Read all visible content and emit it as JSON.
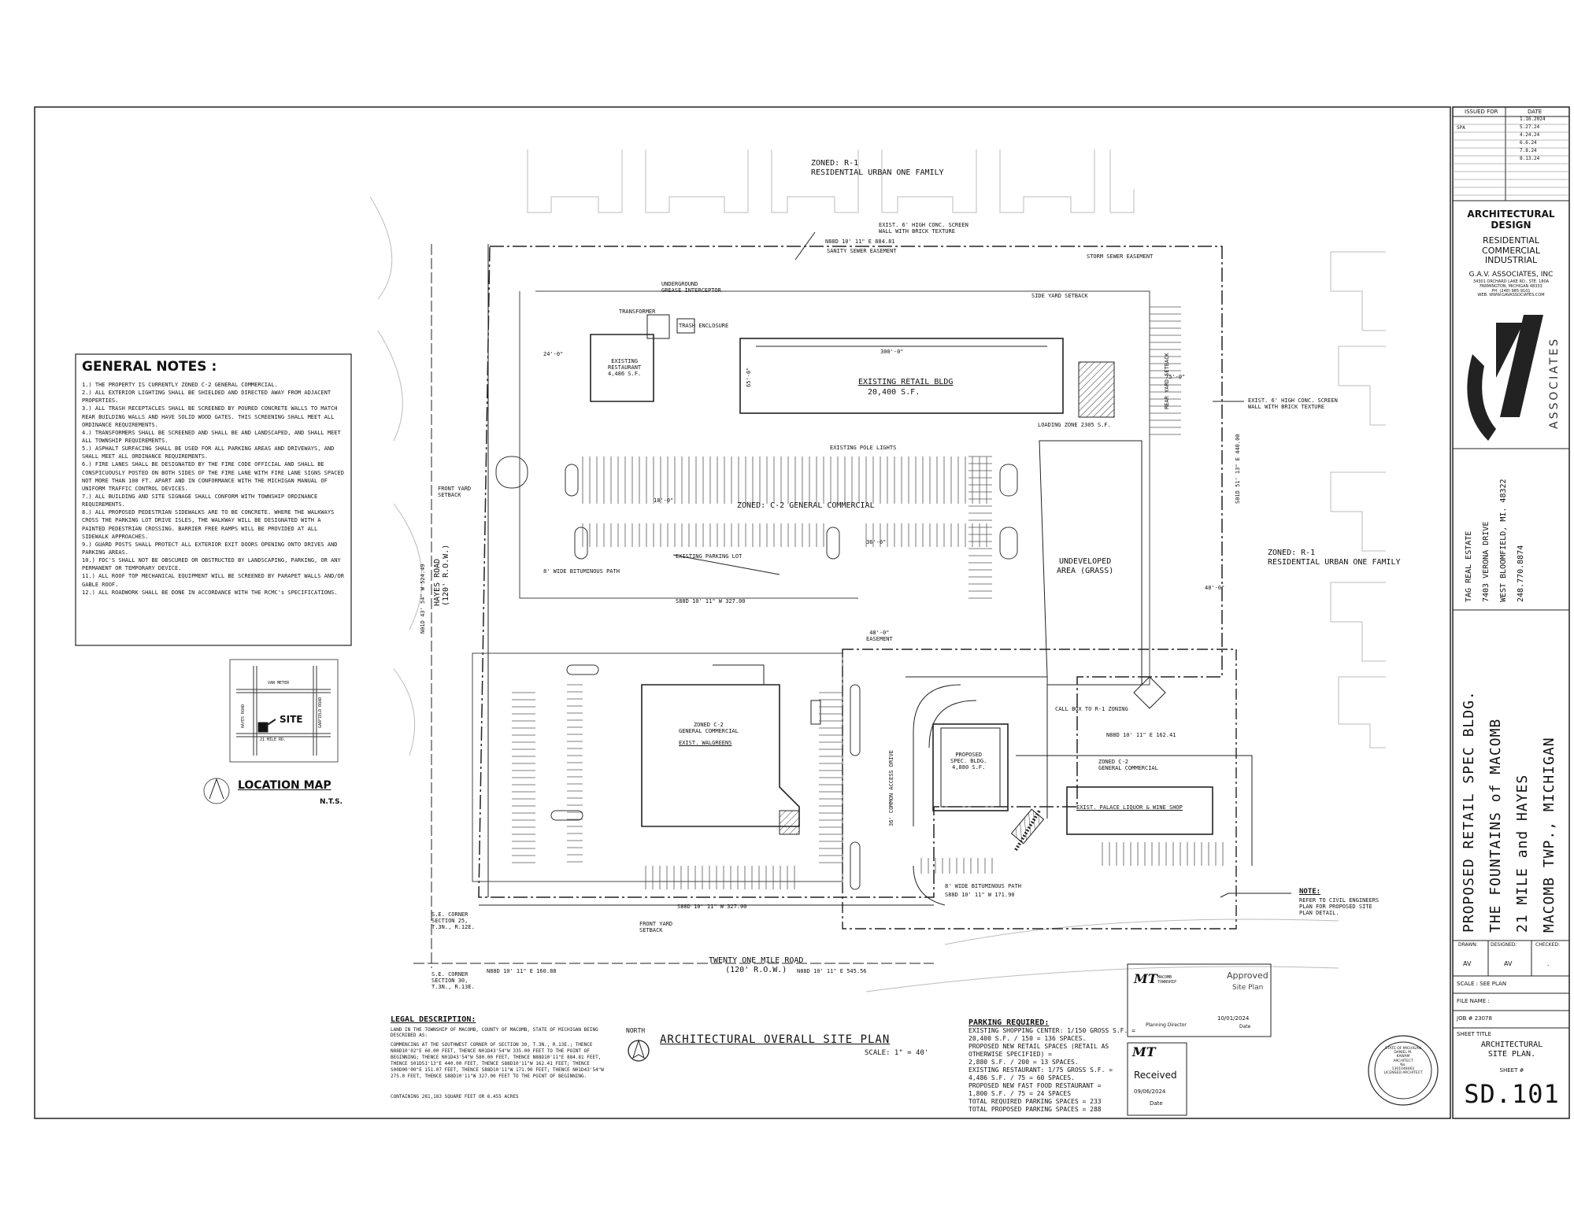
{
  "zoning": {
    "north": "ZONED: R-1\nRESIDENTIAL URBAN ONE FAMILY",
    "east": "ZONED: R-1\nRESIDENTIAL URBAN ONE FAMILY",
    "center": "ZONED: C-2 GENERAL COMMERCIAL",
    "walgreens_zone": "ZONED C-2\nGENERAL COMMERCIAL",
    "liquor_zone": "ZONED C-2\nGENERAL COMMERCIAL"
  },
  "buildings": {
    "retail": "EXISTING RETAIL BLDG",
    "retail_area": "20,400 S.F.",
    "restaurant": "EXISTING\nRESTAURANT\n4,486 S.F.",
    "walgreens": "EXIST. WALGREENS",
    "spec": "PROPOSED\nSPEC. BLDG.\n4,880 S.F.",
    "liquor": "EXIST. PALACE LIQUOR & WINE SHOP",
    "undeveloped": "UNDEVELOPED\nAREA (GRASS)"
  },
  "dimensions": {
    "retail_length": "300'-0\"",
    "retail_depth": "65'-0\"",
    "north_line": "N88D 10' 11\" E 884.81",
    "mid_line": "S88D 10' 11\" W 327.00",
    "south_line_a": "N88D 10' 11\" E 160.88",
    "south_line_b": "N88D 10' 11\" E 545.56",
    "east_line": "S01D 51' 13\" E 440.00",
    "west_line": "N01D 43' 54\" W 524.49",
    "spec_line": "N88D 10' 11\" E 162.41",
    "bottom_line": "S88D 10' 11\" W 327.00",
    "bituminous": "S88D 10' 11\" W 171.90"
  },
  "roads": {
    "hayes": "HAYES ROAD\n(120' R.O.W.)",
    "twenty_one": "TWENTY ONE MILE ROAD\n(120' R.O.W.)"
  },
  "site_labels": {
    "sewer": "SANITY SEWER EASEMENT",
    "storm": "STORM SEWER EASEMENT",
    "wall_north": "EXIST. 6' HIGH CONC. SCREEN\nWALL WITH BRICK TEXTURE",
    "wall_east": "EXIST. 6' HIGH CONC. SCREEN\nWALL WITH BRICK TEXTURE",
    "side_yard": "SIDE YARD SETBACK",
    "rear_yard": "REAR YARD SETBACK",
    "front_yard_a": "FRONT YARD\nSETBACK",
    "front_yard_b": "FRONT YARD\nSETBACK",
    "parking_lot": "EXISTING PARKING LOT",
    "bitum_path": "8' WIDE BITUMINOUS PATH",
    "bitum_path2": "8' WIDE BITUMINOUS PATH",
    "access": "36' COMMON ACCESS DRIVE",
    "pole_lights": "EXISTING POLE LIGHTS",
    "loading": "LOADING ZONE 2305 S.F.",
    "trash": "TRASH ENCLOSURE",
    "grease": "UNDERGROUND\nGREASE INTERCEPTOR",
    "transformer": "TRANSFORMER",
    "call_box": "CALL BOX TO R-1 ZONING",
    "easement": "48'-0\"\nEASEMENT",
    "se_corner_a": "S.E. CORNER\nSECTION 25,\nT.3N., R.12E.",
    "se_corner_b": "S.E. CORNER\nSECTION 30,\nT.3N., R.13E.",
    "dim_24": "24'-0\"",
    "dim_40": "40'-0\"",
    "dim_36": "36'-0\"",
    "dim_18": "18'-0\"",
    "dim_75": "75'-0\""
  },
  "general_notes": {
    "title": "GENERAL NOTES :",
    "items": [
      "1.) THE PROPERTY IS CURRENTLY ZONED C-2 GENERAL COMMERCIAL.",
      "2.) ALL EXTERIOR LIGHTING SHALL BE SHIELDED AND DIRECTED AWAY FROM ADJACENT PROPERTIES.",
      "3.) ALL TRASH RECEPTACLES SHALL BE SCREENED BY POURED CONCRETE WALLS TO MATCH REAR BUILDING WALLS AND HAVE SOLID WOOD GATES. THIS SCREENING SHALL MEET ALL ORDINANCE REQUIREMENTS.",
      "4.) TRANSFORMERS SHALL BE SCREENED AND SHALL BE AND LANDSCAPED, AND SHALL MEET ALL TOWNSHIP REQUIREMENTS.",
      "5.) ASPHALT SURFACING SHALL BE USED FOR ALL PARKING AREAS AND DRIVEWAYS, AND SHALL MEET ALL ORDINANCE REQUIREMENTS.",
      "6.) FIRE LANES SHALL BE DESIGNATED BY THE FIRE CODE OFFICIAL AND SHALL BE CONSPICUOUSLY POSTED ON BOTH SIDES OF THE FIRE LANE WITH FIRE LANE SIGNS SPACED NOT MORE THAN 100 FT. APART AND IN CONFORMANCE WITH THE MICHIGAN MANUAL OF UNIFORM TRAFFIC CONTROL DEVICES.",
      "7.) ALL BUILDING AND SITE SIGNAGE SHALL CONFORM WITH TOWNSHIP ORDINANCE REQUIREMENTS.",
      "8.) ALL PROPOSED PEDESTRIAN SIDEWALKS ARE TO BE CONCRETE. WHERE THE WALKWAYS CROSS THE PARKING LOT DRIVE ISLES, THE WALKWAY WILL BE DESIGNATED WITH A PAINTED PEDESTRIAN CROSSING. BARRIER FREE RAMPS WILL BE PROVIDED AT ALL SIDEWALK APPROACHES.",
      "9.) GUARD POSTS SHALL PROTECT ALL EXTERIOR EXIT DOORS OPENING ONTO DRIVES AND PARKING AREAS.",
      "10.) FDC'S SHALL NOT BE OBSCURED OR OBSTRUCTED BY LANDSCAPING, PARKING, OR ANY PERMANENT OR TEMPORARY DEVICE.",
      "11.) ALL ROOF TOP MECHANICAL EQUIPMENT WILL BE SCREENED BY PARAPET WALLS AND/OR GABLE ROOF.",
      "12.) ALL ROADWORK SHALL BE DONE IN ACCORDANCE WITH THE RCMC's SPECIFICATIONS."
    ]
  },
  "location_map": {
    "title": "LOCATION MAP",
    "scale": "N.T.S.",
    "site": "SITE",
    "road_n": "VAN METER",
    "road_w": "HAYES ROAD",
    "road_e": "GARFIELD ROAD",
    "road_s": "21 MILE RD."
  },
  "legal": {
    "title": "LEGAL DESCRIPTION:",
    "body": "LAND IN THE TOWNSHIP OF MACOMB, COUNTY OF MACOMB, STATE OF MICHIGAN BEING DESCRIBED AS:",
    "body2": "COMMENCING AT THE SOUTHWEST CORNER OF SECTION 30, T.3N., R.13E.; THENCE N88D10'02\"E 60.00 FEET, THENCE N01D43'54\"W 335.00 FEET TO THE POINT OF BEGINNING; THENCE N01D43'54\"W 580.00 FEET, THENCE N88D10'11\"E 884.81 FEET, THENCE S01D51'13\"E 440.00 FEET, THENCE S88D10'11\"W 162.41 FEET; THENCE S00D00'00\"E 151.07 FEET, THENCE S88D10'11\"W 171.90 FEET; THENCE N01D43'54\"W 275.0 FEET, THENCE S88D10'11\"W 327.00 FEET TO THE POINT OF BEGINNING.",
    "area": "CONTAINING 281,183 SQUARE FEET OR 6.455 ACRES"
  },
  "plan_title": {
    "north": "NORTH",
    "title": "ARCHITECTURAL OVERALL SITE PLAN",
    "scale": "SCALE: 1\" = 40'"
  },
  "parking": {
    "title": "PARKING REQUIRED:",
    "lines": [
      "EXISTING SHOPPING CENTER: 1/150 GROSS S.F. =",
      "20,400 S.F. / 150 = 136 SPACES.",
      "PROPOSED NEW RETAIL SPACES (RETAIL AS",
      "OTHERWISE SPECIFIED) =",
      "2,880 S.F. / 200 = 13 SPACES.",
      "EXISTING RESTAURANT: 1/75 GROSS S.F. =",
      "4,486 S.F. / 75 = 60 SPACES.",
      "PROPOSED NEW FAST FOOD RESTAURANT =",
      "1,800 S.F. / 75 = 24 SPACES",
      "TOTAL REQUIRED PARKING SPACES = 233",
      "TOTAL PROPOSED PARKING SPACES = 288"
    ]
  },
  "stamps": {
    "approved": "Approved",
    "site_plan": "Site Plan",
    "township": "MACOMB\nTOWNSHIP",
    "planning": "Planning Director",
    "approved_date": "10/01/2024",
    "date": "Date",
    "received": "Received",
    "received_date": "09/06/2024",
    "date2": "Date"
  },
  "note": {
    "title": "NOTE:",
    "body": "REFER TO CIVIL ENGINEERS\nPLAN FOR PROPOSED SITE\nPLAN DETAIL."
  },
  "title_block": {
    "issued_for": "ISSUED FOR",
    "date": "DATE",
    "spa": "SPA",
    "dates": [
      "1.16.2024",
      "5.27.24",
      "4.24.24",
      "6.6.24",
      "7.8.24",
      "8.13.24"
    ],
    "firm_heading": "ARCHITECTURAL\nDESIGN",
    "firm_types": "RESIDENTIAL\nCOMMERCIAL\nINDUSTRIAL",
    "firm_name": "G.A.V. ASSOCIATES, INC",
    "firm_addr": "34301 ORCHARD LAKE RD., STE. 180A\nFARMINGTON, MICHIGAN 48333\nPH: (248) 985-9101\nWEB: WWW.GAVASSOCIATES.COM",
    "logo_text": "ASSOCIATES",
    "client": [
      "TAG REAL ESTATE",
      "7403 VERONA DRIVE",
      "WEST BLOOMFIELD, MI. 48322",
      "248.770.8874"
    ],
    "project": [
      "PROPOSED RETAIL SPEC BLDG.",
      "THE FOUNTAINS of MACOMB",
      "21 MILE and HAYES",
      "MACOMB TWP., MICHIGAN"
    ],
    "drawn_label": "DRAWN:",
    "designed_label": "DESIGNED:",
    "checked_label": "CHECKED:",
    "drawn": "AV",
    "designed": "AV",
    "checked": ".",
    "scale": "SCALE :  SEE PLAN",
    "file": "FILE NAME :",
    "job": "JOB # 23078",
    "sheet_title_label": "SHEET TITLE",
    "sheet_title": "ARCHITECTURAL\nSITE PLAN.",
    "sheet_label": "SHEET #",
    "sheet_num": "SD.101",
    "seal": "STATE OF MICHIGAN\nDANIEL M.\nKAWAM\nARCHITECT\nNo.\n1301048462\nLICENSED ARCHITECT"
  }
}
